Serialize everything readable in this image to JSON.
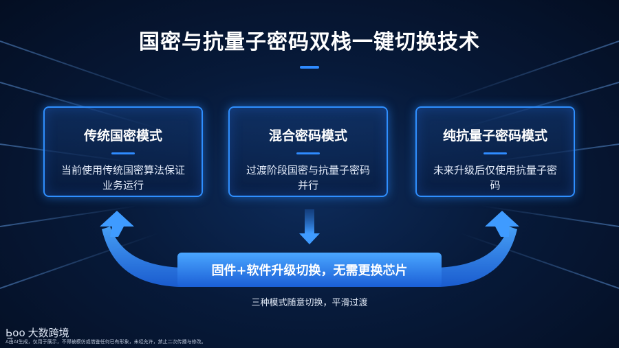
{
  "title": "国密与抗量子密码双栈一键切换技术",
  "cards": [
    {
      "title": "传统国密模式",
      "desc": "当前使用传统国密算法保证业务运行"
    },
    {
      "title": "混合密码模式",
      "desc": "过渡阶段国密与抗量子密码并行"
    },
    {
      "title": "纯抗量子密码模式",
      "desc": "未来升级后仅使用抗量子密码"
    }
  ],
  "banner": "固件+软件升级切换，无需更换芯片",
  "subtitle": "三种模式随意切换，平滑过渡",
  "logo": {
    "mark": "Ь̲oo",
    "text": "大数跨境"
  },
  "disclaimer": "A由AI生成，仅用于展示，不得被模仿或借鉴任何已有形象，未经允许，禁止二次传播与修改。",
  "colors": {
    "accent": "#2f8bff",
    "background": "#071a3a"
  }
}
